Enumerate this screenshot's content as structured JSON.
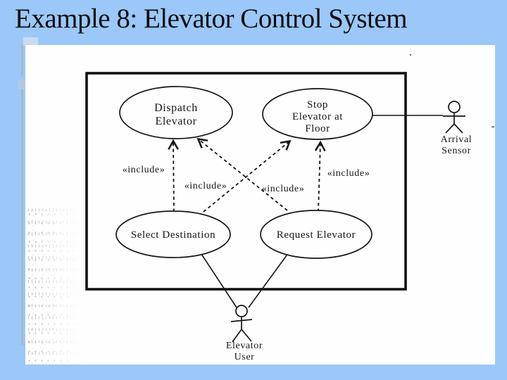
{
  "slide": {
    "title": "Example 8: Elevator Control System"
  },
  "colors": {
    "slide_background": "#9bc8f8",
    "scan_surface": "#fefefe",
    "ink": "#161616",
    "placeholder_edge": "#a7b7cb"
  },
  "diagram": {
    "type": "uml-use-case",
    "include_label": "«include»",
    "use_cases": {
      "dispatch_elevator": {
        "line1": "Dispatch",
        "line2": "Elevator"
      },
      "stop_elevator_at_floor": {
        "line1": "Stop",
        "line2": "Elevator at",
        "line3": "Floor"
      },
      "select_destination": {
        "label": "Select Destination"
      },
      "request_elevator": {
        "label": "Request Elevator"
      }
    },
    "actors": {
      "arrival_sensor": {
        "line1": "Arrival",
        "line2": "Sensor"
      },
      "elevator_user": {
        "line1": "Elevator",
        "line2": "User"
      }
    },
    "relationships": [
      {
        "from": "select_destination",
        "to": "dispatch_elevator",
        "stereotype": "«include»",
        "style": "dashed-arrow"
      },
      {
        "from": "select_destination",
        "to": "stop_elevator_at_floor",
        "stereotype": "«include»",
        "style": "dashed-arrow"
      },
      {
        "from": "request_elevator",
        "to": "dispatch_elevator",
        "stereotype": "«include»",
        "style": "dashed-arrow"
      },
      {
        "from": "request_elevator",
        "to": "stop_elevator_at_floor",
        "stereotype": "«include»",
        "style": "dashed-arrow"
      },
      {
        "from": "arrival_sensor",
        "to": "stop_elevator_at_floor",
        "style": "solid"
      },
      {
        "from": "elevator_user",
        "to": "select_destination",
        "style": "solid"
      },
      {
        "from": "elevator_user",
        "to": "request_elevator",
        "style": "solid"
      }
    ]
  }
}
